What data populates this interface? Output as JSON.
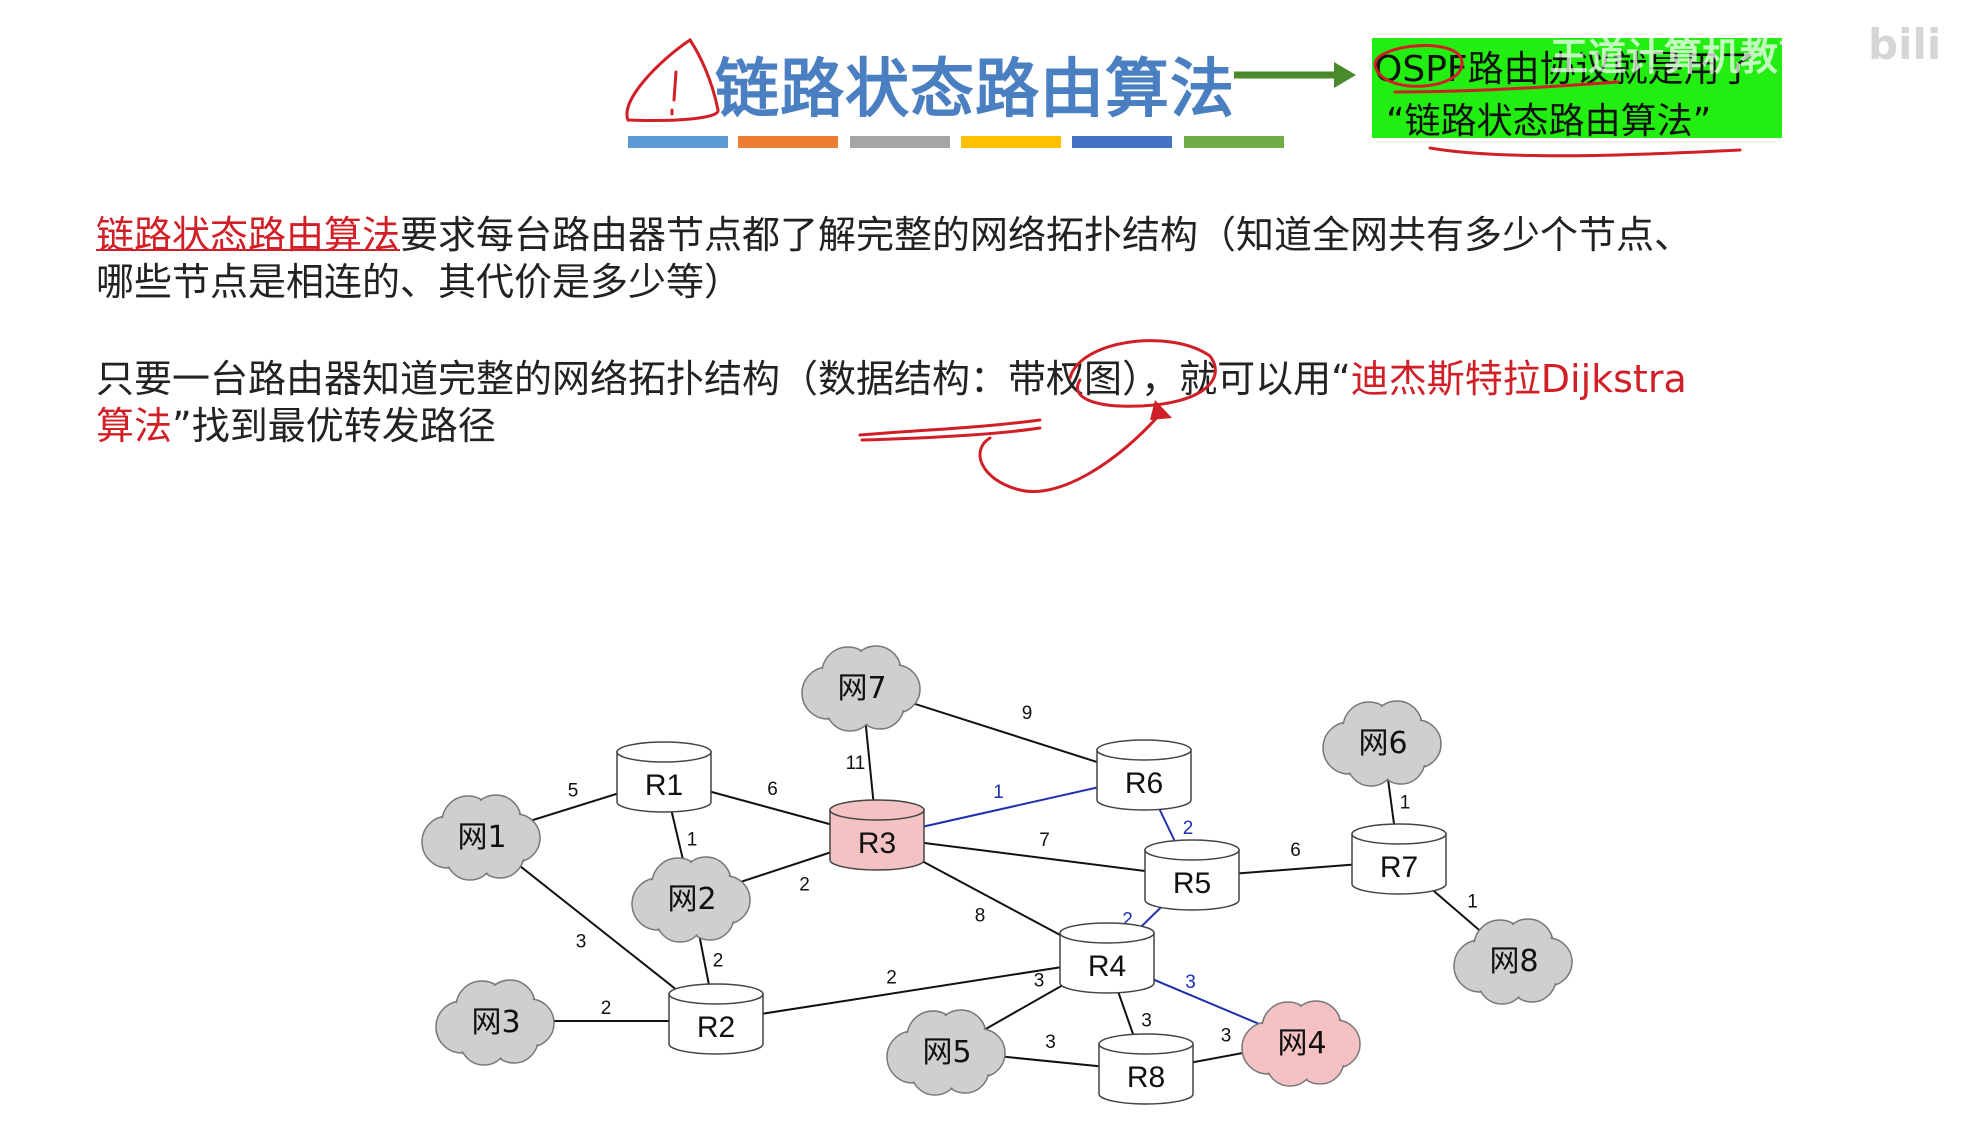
{
  "title": "链路状态路由算法",
  "ospf_note": {
    "line1": "OSPF路由协议就是用了",
    "line2": "“链路状态路由算法”"
  },
  "watermark": "王道计算机教育",
  "bili": "bili",
  "accent_colors": {
    "title": "#4a7fc1",
    "red_text": "#d01f26",
    "bars": [
      "#5b9bd5",
      "#ed7d31",
      "#a5a5a5",
      "#ffc000",
      "#4472c4",
      "#70ad47"
    ],
    "ospf_box": "#22ee11",
    "highlight_node": "#f4c2c2",
    "path_line": "#1f2fb0"
  },
  "para1": {
    "term": "链路状态路由算法",
    "rest_line1": "要求每台路由器节点都了解完整的网络拓扑结构（知道全网共有多少个节点、",
    "line2": "哪些节点是相连的、其代价是多少等）"
  },
  "para2": {
    "s1": "只要一台路由器知道完整的",
    "s2": "网络拓扑结构",
    "s3": "（数据结构：",
    "s4": "带权图",
    "s5": "），就可以用“",
    "s6": "迪杰斯特拉Dijkstra",
    "s7": "算法",
    "s8": "”找到最优转发路径"
  },
  "graph": {
    "routers": [
      "R1",
      "R2",
      "R3",
      "R4",
      "R5",
      "R6",
      "R7",
      "R8"
    ],
    "networks": [
      "网1",
      "网2",
      "网3",
      "网4",
      "网5",
      "网6",
      "网7",
      "网8"
    ],
    "highlighted": [
      "R3",
      "网4"
    ],
    "edges": [
      {
        "from": "网1",
        "to": "R1",
        "weight": "5"
      },
      {
        "from": "网1",
        "to": "R2",
        "weight": "3"
      },
      {
        "from": "R1",
        "to": "网2",
        "weight": "1"
      },
      {
        "from": "R1",
        "to": "R3",
        "weight": "6"
      },
      {
        "from": "网2",
        "to": "R3",
        "weight": "2"
      },
      {
        "from": "网2",
        "to": "R2",
        "weight": "2"
      },
      {
        "from": "网3",
        "to": "R2",
        "weight": "2"
      },
      {
        "from": "R2",
        "to": "R4",
        "weight": "2"
      },
      {
        "from": "网7",
        "to": "R3",
        "weight": "11"
      },
      {
        "from": "网7",
        "to": "R6",
        "weight": "9"
      },
      {
        "from": "R3",
        "to": "R6",
        "weight": "1",
        "path": true
      },
      {
        "from": "R3",
        "to": "R5",
        "weight": "7"
      },
      {
        "from": "R3",
        "to": "R4",
        "weight": "8"
      },
      {
        "from": "R6",
        "to": "R5",
        "weight": "2",
        "path": true
      },
      {
        "from": "R5",
        "to": "R4",
        "weight": "2",
        "path": true
      },
      {
        "from": "R5",
        "to": "R7",
        "weight": "6"
      },
      {
        "from": "网6",
        "to": "R7",
        "weight": "1"
      },
      {
        "from": "R7",
        "to": "网8",
        "weight": "1"
      },
      {
        "from": "R4",
        "to": "网4",
        "weight": "3",
        "path": true
      },
      {
        "from": "R4",
        "to": "网5",
        "weight": "3"
      },
      {
        "from": "R4",
        "to": "R8",
        "weight": "3"
      },
      {
        "from": "网5",
        "to": "R8",
        "weight": "3"
      },
      {
        "from": "R8",
        "to": "网4",
        "weight": "3"
      }
    ]
  }
}
